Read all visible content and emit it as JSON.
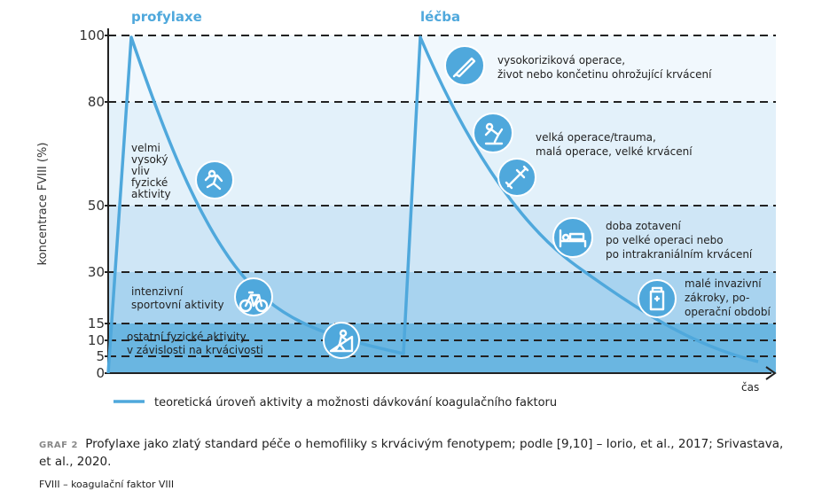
{
  "chart_data": {
    "type": "line",
    "ylabel": "koncentrace FVIII (%)",
    "xlabel": "čas",
    "ylim": [
      0,
      100
    ],
    "yticks": [
      0,
      5,
      10,
      15,
      30,
      50,
      80,
      100
    ],
    "grid": "dashed horizontal lines at tick values",
    "phases": [
      {
        "label": "profylaxe"
      },
      {
        "label": "léčba"
      }
    ],
    "bands": [
      {
        "range": [
          0,
          15
        ],
        "label": "ostatní fyzické aktivity v závislosti na krvácivosti",
        "color": "#6ab6e1"
      },
      {
        "range": [
          15,
          30
        ],
        "label": "intenzivní sportovní aktivity",
        "color": "#a8d3ef"
      },
      {
        "range": [
          30,
          50
        ],
        "label": "",
        "color": "#cfe6f6"
      },
      {
        "range": [
          50,
          80
        ],
        "label": "",
        "color": "#e3f1fa"
      },
      {
        "range": [
          80,
          100
        ],
        "label": "",
        "color": "#f1f8fd"
      }
    ],
    "series": [
      {
        "name": "teoretická úroveň aktivity a možnosti dávkování koagulačního faktoru",
        "color": "#4fa8dc",
        "points": [
          [
            0.0,
            0
          ],
          [
            0.07,
            98
          ],
          [
            0.12,
            80
          ],
          [
            0.2,
            50
          ],
          [
            0.28,
            30
          ],
          [
            0.35,
            15
          ],
          [
            0.4,
            10
          ],
          [
            0.45,
            5
          ],
          [
            0.48,
            98
          ],
          [
            0.58,
            80
          ],
          [
            0.67,
            50
          ],
          [
            0.78,
            30
          ],
          [
            0.87,
            15
          ],
          [
            0.93,
            10
          ],
          [
            1.0,
            3
          ]
        ]
      }
    ],
    "annotations": [
      {
        "lines": [
          "velmi",
          "vysoký",
          "vliv",
          "fyzické",
          "aktivity"
        ],
        "icon": "running-person-icon"
      },
      {
        "lines": [
          "intenzivní",
          "sportovní aktivity"
        ],
        "icon": "bicycle-icon"
      },
      {
        "lines": [
          "ostatní fyzické aktivity",
          "v závislosti na krvácivosti"
        ],
        "icon": "hiking-icon"
      },
      {
        "lines": [
          "vysokoriziková operace,",
          "život nebo končetinu ohrožující krvácení"
        ],
        "icon": "scalpel-icon"
      },
      {
        "lines": [
          "velká operace/trauma,",
          "malá operace, velké krvácení"
        ],
        "icon": "falling-person-icon"
      },
      {
        "lines": [],
        "icon": "syringe-icon"
      },
      {
        "lines": [
          "doba zotavení",
          "po velké operaci nebo",
          "po intrakraniálním krvácení"
        ],
        "icon": "hospital-bed-icon"
      },
      {
        "lines": [
          "malé invazivní",
          "zákroky, po-",
          "operační období"
        ],
        "icon": "medicine-bottle-icon"
      }
    ]
  },
  "caption": {
    "tag": "GRAF 2",
    "text": "Profylaxe jako zlatý standard péče o hemofiliky s krvácivým fenotypem; podle [9,10] – Iorio, et al., 2017; Srivastava, et al., 2020.",
    "footnote": "FVIII – koagulační faktor VIII"
  },
  "colors": {
    "line": "#4fa8dc",
    "icon_bg": "#4fa8dc",
    "grid": "#222222",
    "phase_label": "#4fa8dc"
  }
}
